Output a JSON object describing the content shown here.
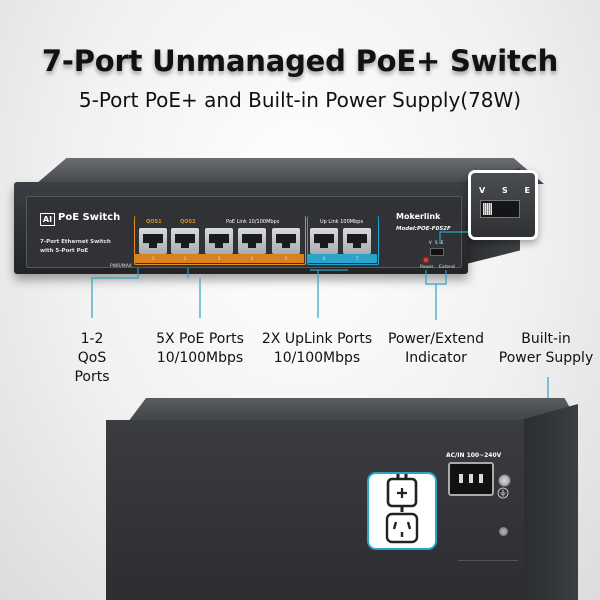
{
  "headline": "7-Port Unmanaged PoE+ Switch",
  "subheadline": "5-Port PoE+ and Built-in Power Supply(78W)",
  "front_panel": {
    "ai_badge": "AI",
    "product_name": "PoE Switch",
    "description_line1": "7-Port Ethernet Switch",
    "description_line2": "with 5-Port PoE",
    "pwr_max": "PWR/MAX",
    "qos_labels": [
      "QOS1",
      "QOS2"
    ],
    "poe_group_label": "PoE Link  10/100Mbps",
    "uplink_group_label": "Up Link  100Mbps",
    "port_numbers": [
      "1",
      "2",
      "3",
      "4",
      "5",
      "6",
      "7"
    ],
    "brand": "Mokerlink",
    "model": "Model:POE-F052F",
    "switch_small_label": "V S E",
    "led_power_label": "Power",
    "led_extend_label": "Extend"
  },
  "zoom_inset": {
    "label": "V S E"
  },
  "callouts": {
    "qos": [
      "1-2",
      "QoS Ports"
    ],
    "poe": [
      "5X PoE Ports",
      "10/100Mbps"
    ],
    "uplink": [
      "2X UpLink Ports",
      "10/100Mbps"
    ],
    "indicator": [
      "Power/Extend",
      "Indicator"
    ],
    "power_supply": [
      "Built-in",
      "Power Supply"
    ]
  },
  "back_panel": {
    "ac_label": "AC/IN 100~240V"
  },
  "colors": {
    "poe_accent": "#e08c21",
    "uplink_accent": "#1fa3d4",
    "callout_line": "#2aa3c8"
  }
}
